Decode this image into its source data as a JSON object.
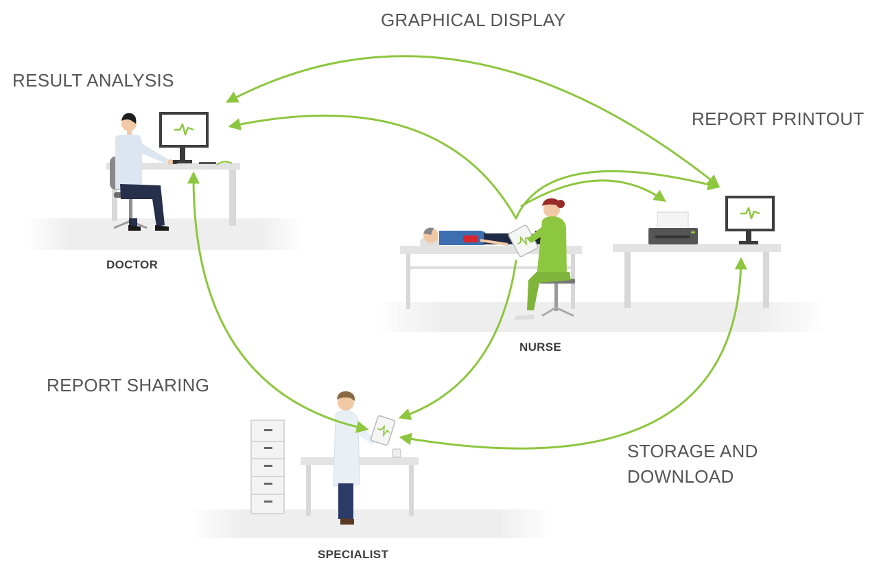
{
  "labels": {
    "graphical_display": "GRAPHICAL DISPLAY",
    "result_analysis": "RESULT ANALYSIS",
    "report_printout": "REPORT PRINTOUT",
    "report_sharing": "REPORT SHARING",
    "storage_line1": "STORAGE AND",
    "storage_line2": "DOWNLOAD"
  },
  "roles": {
    "doctor": "DOCTOR",
    "nurse": "NURSE",
    "specialist": "SPECIALIST"
  },
  "colors": {
    "accent": "#8dc63f",
    "scrubs": "#8dc63f",
    "floor": "#eeeeee",
    "furniture": "#e4e4e4",
    "monitor": "#3a3a3a",
    "skin": "#f2c9a6"
  },
  "icons": {
    "screen": "heartbeat-icon"
  }
}
